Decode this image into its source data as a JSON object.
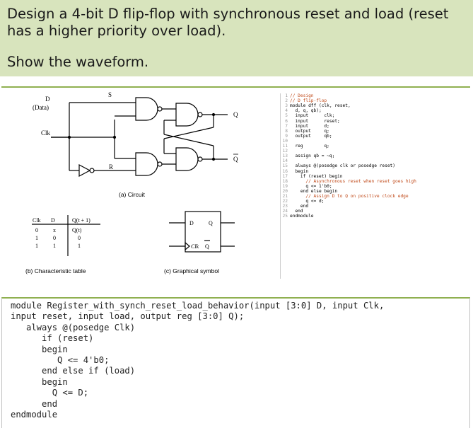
{
  "header": {
    "title": "Design a 4-bit D flip-flop with synchronous reset and load (reset has a higher priority over load).",
    "subtitle": "Show the waveform."
  },
  "circuit": {
    "label_d": "D",
    "label_data": "(Data)",
    "label_clk": "Clk",
    "label_s": "S",
    "label_r": "R",
    "label_q": "Q",
    "label_qbar": "Q",
    "caption_circuit": "(a) Circuit",
    "caption_table": "(b) Characteristic table",
    "caption_symbol": "(c) Graphical symbol",
    "symbol_d": "D",
    "symbol_q": "Q",
    "symbol_clk": "Clk",
    "symbol_qbar": "Q",
    "table": {
      "headers": [
        "Clk",
        "D",
        "Q(t + 1)"
      ],
      "rows": [
        [
          "0",
          "x",
          "Q(t)"
        ],
        [
          "1",
          "0",
          "0"
        ],
        [
          "1",
          "1",
          "1"
        ]
      ]
    }
  },
  "small_code": [
    {
      "n": "1",
      "text": "// Design",
      "type": "cm"
    },
    {
      "n": "2",
      "text": "// D flip-flop",
      "type": "cm"
    },
    {
      "n": "3",
      "text": "module dff (clk, reset,",
      "type": "code"
    },
    {
      "n": "4",
      "text": "  d, q, qb);",
      "type": "code"
    },
    {
      "n": "5",
      "text": "  input      clk;",
      "type": "code"
    },
    {
      "n": "6",
      "text": "  input      reset;",
      "type": "code"
    },
    {
      "n": "7",
      "text": "  input      d;",
      "type": "code"
    },
    {
      "n": "8",
      "text": "  output     q;",
      "type": "code"
    },
    {
      "n": "9",
      "text": "  output     qb;",
      "type": "code"
    },
    {
      "n": "10",
      "text": "",
      "type": "code"
    },
    {
      "n": "11",
      "text": "  reg        q;",
      "type": "code"
    },
    {
      "n": "12",
      "text": "",
      "type": "code"
    },
    {
      "n": "13",
      "text": "  assign qb = ~q;",
      "type": "code"
    },
    {
      "n": "14",
      "text": "",
      "type": "code"
    },
    {
      "n": "15",
      "text": "  always @(posedge clk or posedge reset)",
      "type": "code"
    },
    {
      "n": "16",
      "text": "  begin",
      "type": "code"
    },
    {
      "n": "17",
      "text": "    if (reset) begin",
      "type": "code"
    },
    {
      "n": "18",
      "text": "      // Asynchronous reset when reset goes high",
      "type": "cm"
    },
    {
      "n": "19",
      "text": "      q <= 1'b0;",
      "type": "code"
    },
    {
      "n": "20",
      "text": "    end else begin",
      "type": "code"
    },
    {
      "n": "21",
      "text": "      // Assign D to Q on positive clock edge",
      "type": "cm"
    },
    {
      "n": "22",
      "text": "      q <= d;",
      "type": "code"
    },
    {
      "n": "23",
      "text": "    end",
      "type": "code"
    },
    {
      "n": "24",
      "text": "  end",
      "type": "code"
    },
    {
      "n": "25",
      "text": "endmodule",
      "type": "code"
    }
  ],
  "main_code": "module Register_with_synch_reset_load_behavior(input [3:0] D, input Clk,\ninput reset, input load, output reg [3:0] Q);\n   always @(posedge Clk)\n      if (reset)\n      begin\n         Q <= 4'b0;\n      end else if (load)\n      begin\n        Q <= D;\n      end\nendmodule"
}
